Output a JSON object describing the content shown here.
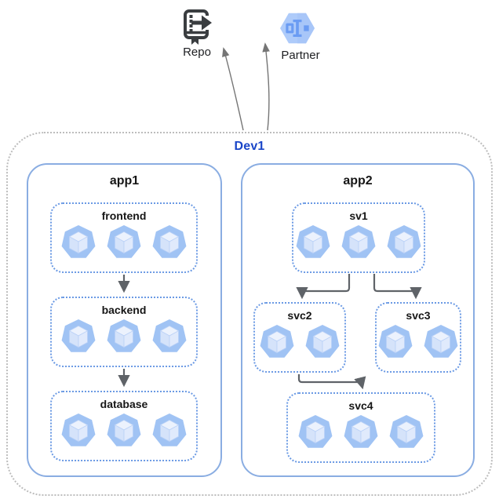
{
  "external_nodes": [
    {
      "id": "repo",
      "label": "Repo",
      "icon": "source-repository-icon"
    },
    {
      "id": "partner",
      "label": "Partner",
      "icon": "partner-hexagon-icon"
    }
  ],
  "environment": {
    "label": "Dev1",
    "apps": [
      {
        "label": "app1",
        "services": [
          {
            "label": "frontend",
            "pods": 3
          },
          {
            "label": "backend",
            "pods": 3
          },
          {
            "label": "database",
            "pods": 3
          }
        ]
      },
      {
        "label": "app2",
        "services": [
          {
            "label": "sv1",
            "pods": 3
          },
          {
            "label": "svc2",
            "pods": 2
          },
          {
            "label": "svc3",
            "pods": 2
          },
          {
            "label": "svc4",
            "pods": 3
          }
        ]
      }
    ]
  },
  "flows": [
    {
      "from": "frontend",
      "to": "backend"
    },
    {
      "from": "backend",
      "to": "database"
    },
    {
      "from": "sv1",
      "to": "svc2"
    },
    {
      "from": "sv1",
      "to": "svc3"
    },
    {
      "from": "svc2",
      "to": "svc4"
    },
    {
      "from": "Dev1",
      "to": "Repo"
    },
    {
      "from": "Dev1",
      "to": "Partner"
    }
  ],
  "colors": {
    "environment_label": "#1a46c8",
    "environment_border": "#bdbdbd",
    "app_border": "#8aade2",
    "service_border": "#6b9ae4",
    "pod_fill": "#a0c3f4",
    "flow_arrow": "#5f6368",
    "external_arrow": "#757575",
    "partner_hex_fill": "#aecbfa",
    "repo_icon_color": "#3a3d40"
  }
}
